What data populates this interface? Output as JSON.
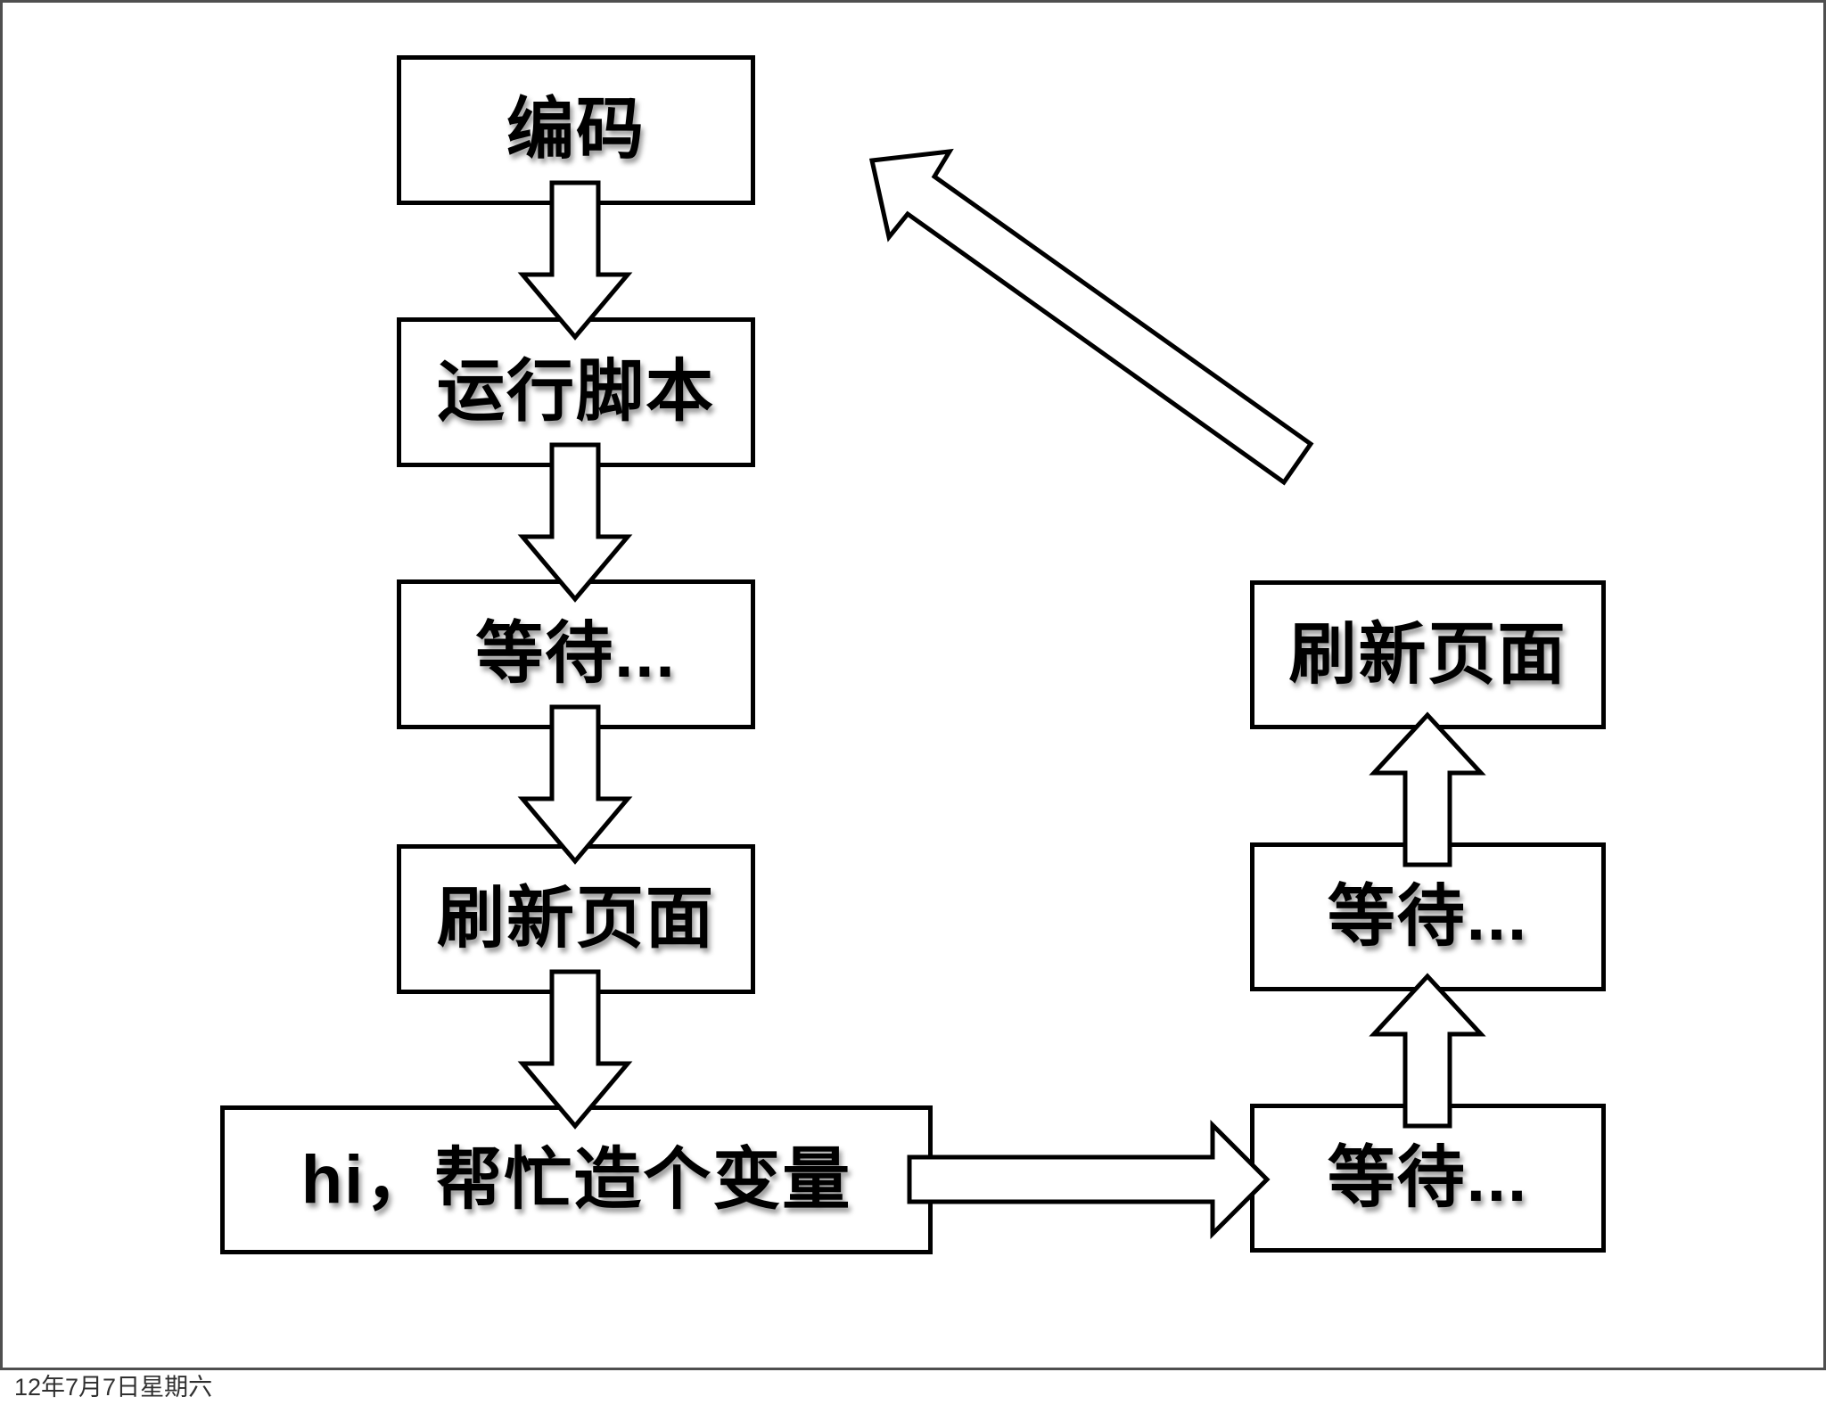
{
  "diagram": {
    "left_flow": [
      {
        "label": "编码"
      },
      {
        "label": "运行脚本"
      },
      {
        "label": "等待..."
      },
      {
        "label": "刷新页面"
      },
      {
        "label": "hi，帮忙造个变量"
      }
    ],
    "right_flow": [
      {
        "label": "刷新页面"
      },
      {
        "label": "等待..."
      },
      {
        "label": "等待..."
      }
    ],
    "arrows": [
      {
        "icon": "arrow-down-icon"
      },
      {
        "icon": "arrow-down-icon"
      },
      {
        "icon": "arrow-down-icon"
      },
      {
        "icon": "arrow-down-icon"
      },
      {
        "icon": "arrow-right-icon"
      },
      {
        "icon": "arrow-up-icon"
      },
      {
        "icon": "arrow-up-icon"
      },
      {
        "icon": "arrow-up-left-icon"
      }
    ],
    "colors": {
      "shape_stroke": "#000000",
      "shape_fill": "#ffffff",
      "text": "#000000",
      "slide_frame": "#4f4f4f",
      "background": "#ffffff"
    }
  },
  "footer": {
    "date_label": "12年7月7日星期六"
  }
}
